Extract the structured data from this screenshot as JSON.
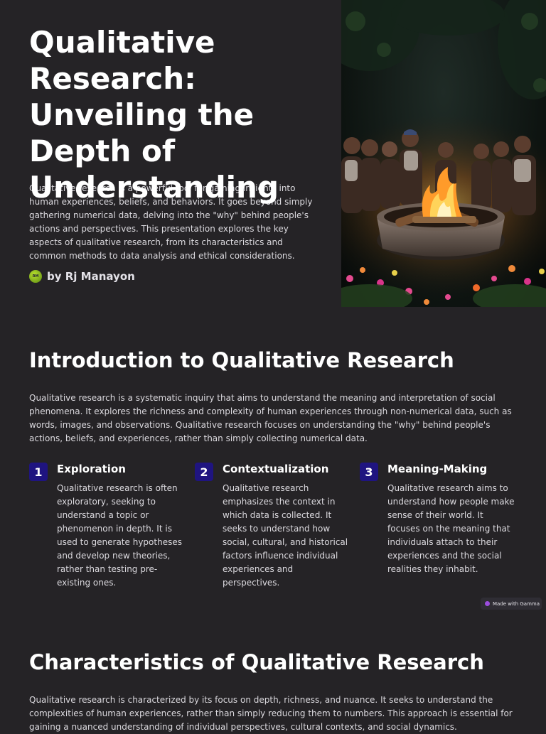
{
  "hero": {
    "title": "Qualitative Research: Unveiling the Depth of Understanding",
    "description": "Qualitative research is a powerful tool for gaining insights into human experiences, beliefs, and behaviors. It goes beyond simply gathering numerical data, delving into the \"why\" behind people's actions and perspectives. This presentation explores the key aspects of qualitative research, from its characteristics and common methods to data analysis and ethical considerations.",
    "author_initials": "RM",
    "author": "by Rj Manayon"
  },
  "introduction": {
    "heading": "Introduction to Qualitative Research",
    "paragraph": "Qualitative research is a systematic inquiry that aims to understand the meaning and interpretation of social phenomena. It explores the richness and complexity of human experiences through non-numerical data, such as words, images, and observations. Qualitative research focuses on understanding the \"why\" behind people's actions, beliefs, and experiences, rather than simply collecting numerical data.",
    "cards": [
      {
        "number": "1",
        "title": "Exploration",
        "text": "Qualitative research is often exploratory, seeking to understand a topic or phenomenon in depth. It is used to generate hypotheses and develop new theories, rather than testing pre-existing ones."
      },
      {
        "number": "2",
        "title": "Contextualization",
        "text": "Qualitative research emphasizes the context in which data is collected. It seeks to understand how social, cultural, and historical factors influence individual experiences and perspectives."
      },
      {
        "number": "3",
        "title": "Meaning-Making",
        "text": "Qualitative research aims to understand how people make sense of their world. It focuses on the meaning that individuals attach to their experiences and the social realities they inhabit."
      }
    ]
  },
  "badge": {
    "label": "Made with Gamma"
  },
  "characteristics": {
    "heading": "Characteristics of Qualitative Research",
    "paragraph": "Qualitative research is characterized by its focus on depth, richness, and nuance. It seeks to understand the complexities of human experiences, rather than simply reducing them to numbers. This approach is essential for gaining a nuanced understanding of individual perspectives, cultural contexts, and social dynamics."
  },
  "colors": {
    "background": "#252326",
    "number_badge": "#1f1480",
    "text": "#dcdadf",
    "heading": "#ffffff"
  }
}
